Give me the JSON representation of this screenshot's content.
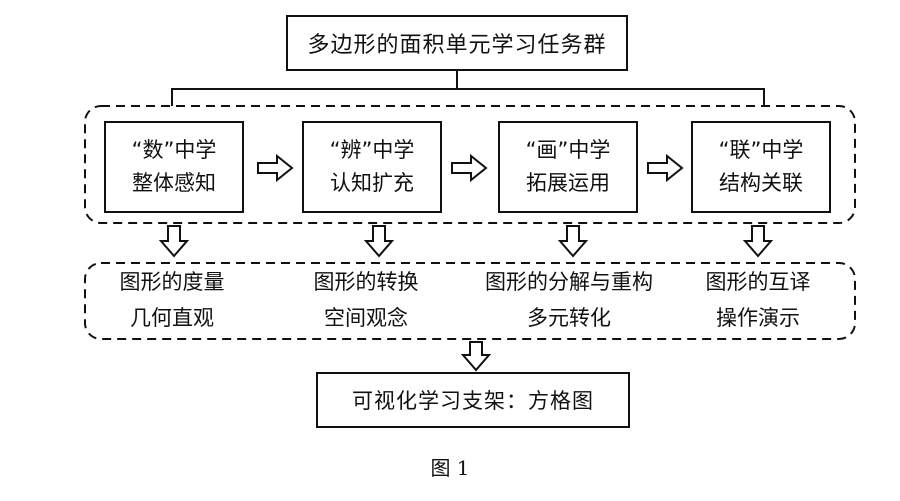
{
  "title": "多边形的面积单元学习任务群",
  "stages": [
    {
      "line1": "“数”中学",
      "line2": "整体感知"
    },
    {
      "line1": "“辨”中学",
      "line2": "认知扩充"
    },
    {
      "line1": "“画”中学",
      "line2": "拓展运用"
    },
    {
      "line1": "“联”中学",
      "line2": "结构关联"
    }
  ],
  "goals": [
    {
      "line1": "图形的度量",
      "line2": "几何直观"
    },
    {
      "line1": "图形的转换",
      "line2": "空间观念"
    },
    {
      "line1": "图形的分解与重构",
      "line2": "多元转化"
    },
    {
      "line1": "图形的互译",
      "line2": "操作演示"
    }
  ],
  "tool": "可视化学习支架：方格图",
  "caption": "图 1"
}
